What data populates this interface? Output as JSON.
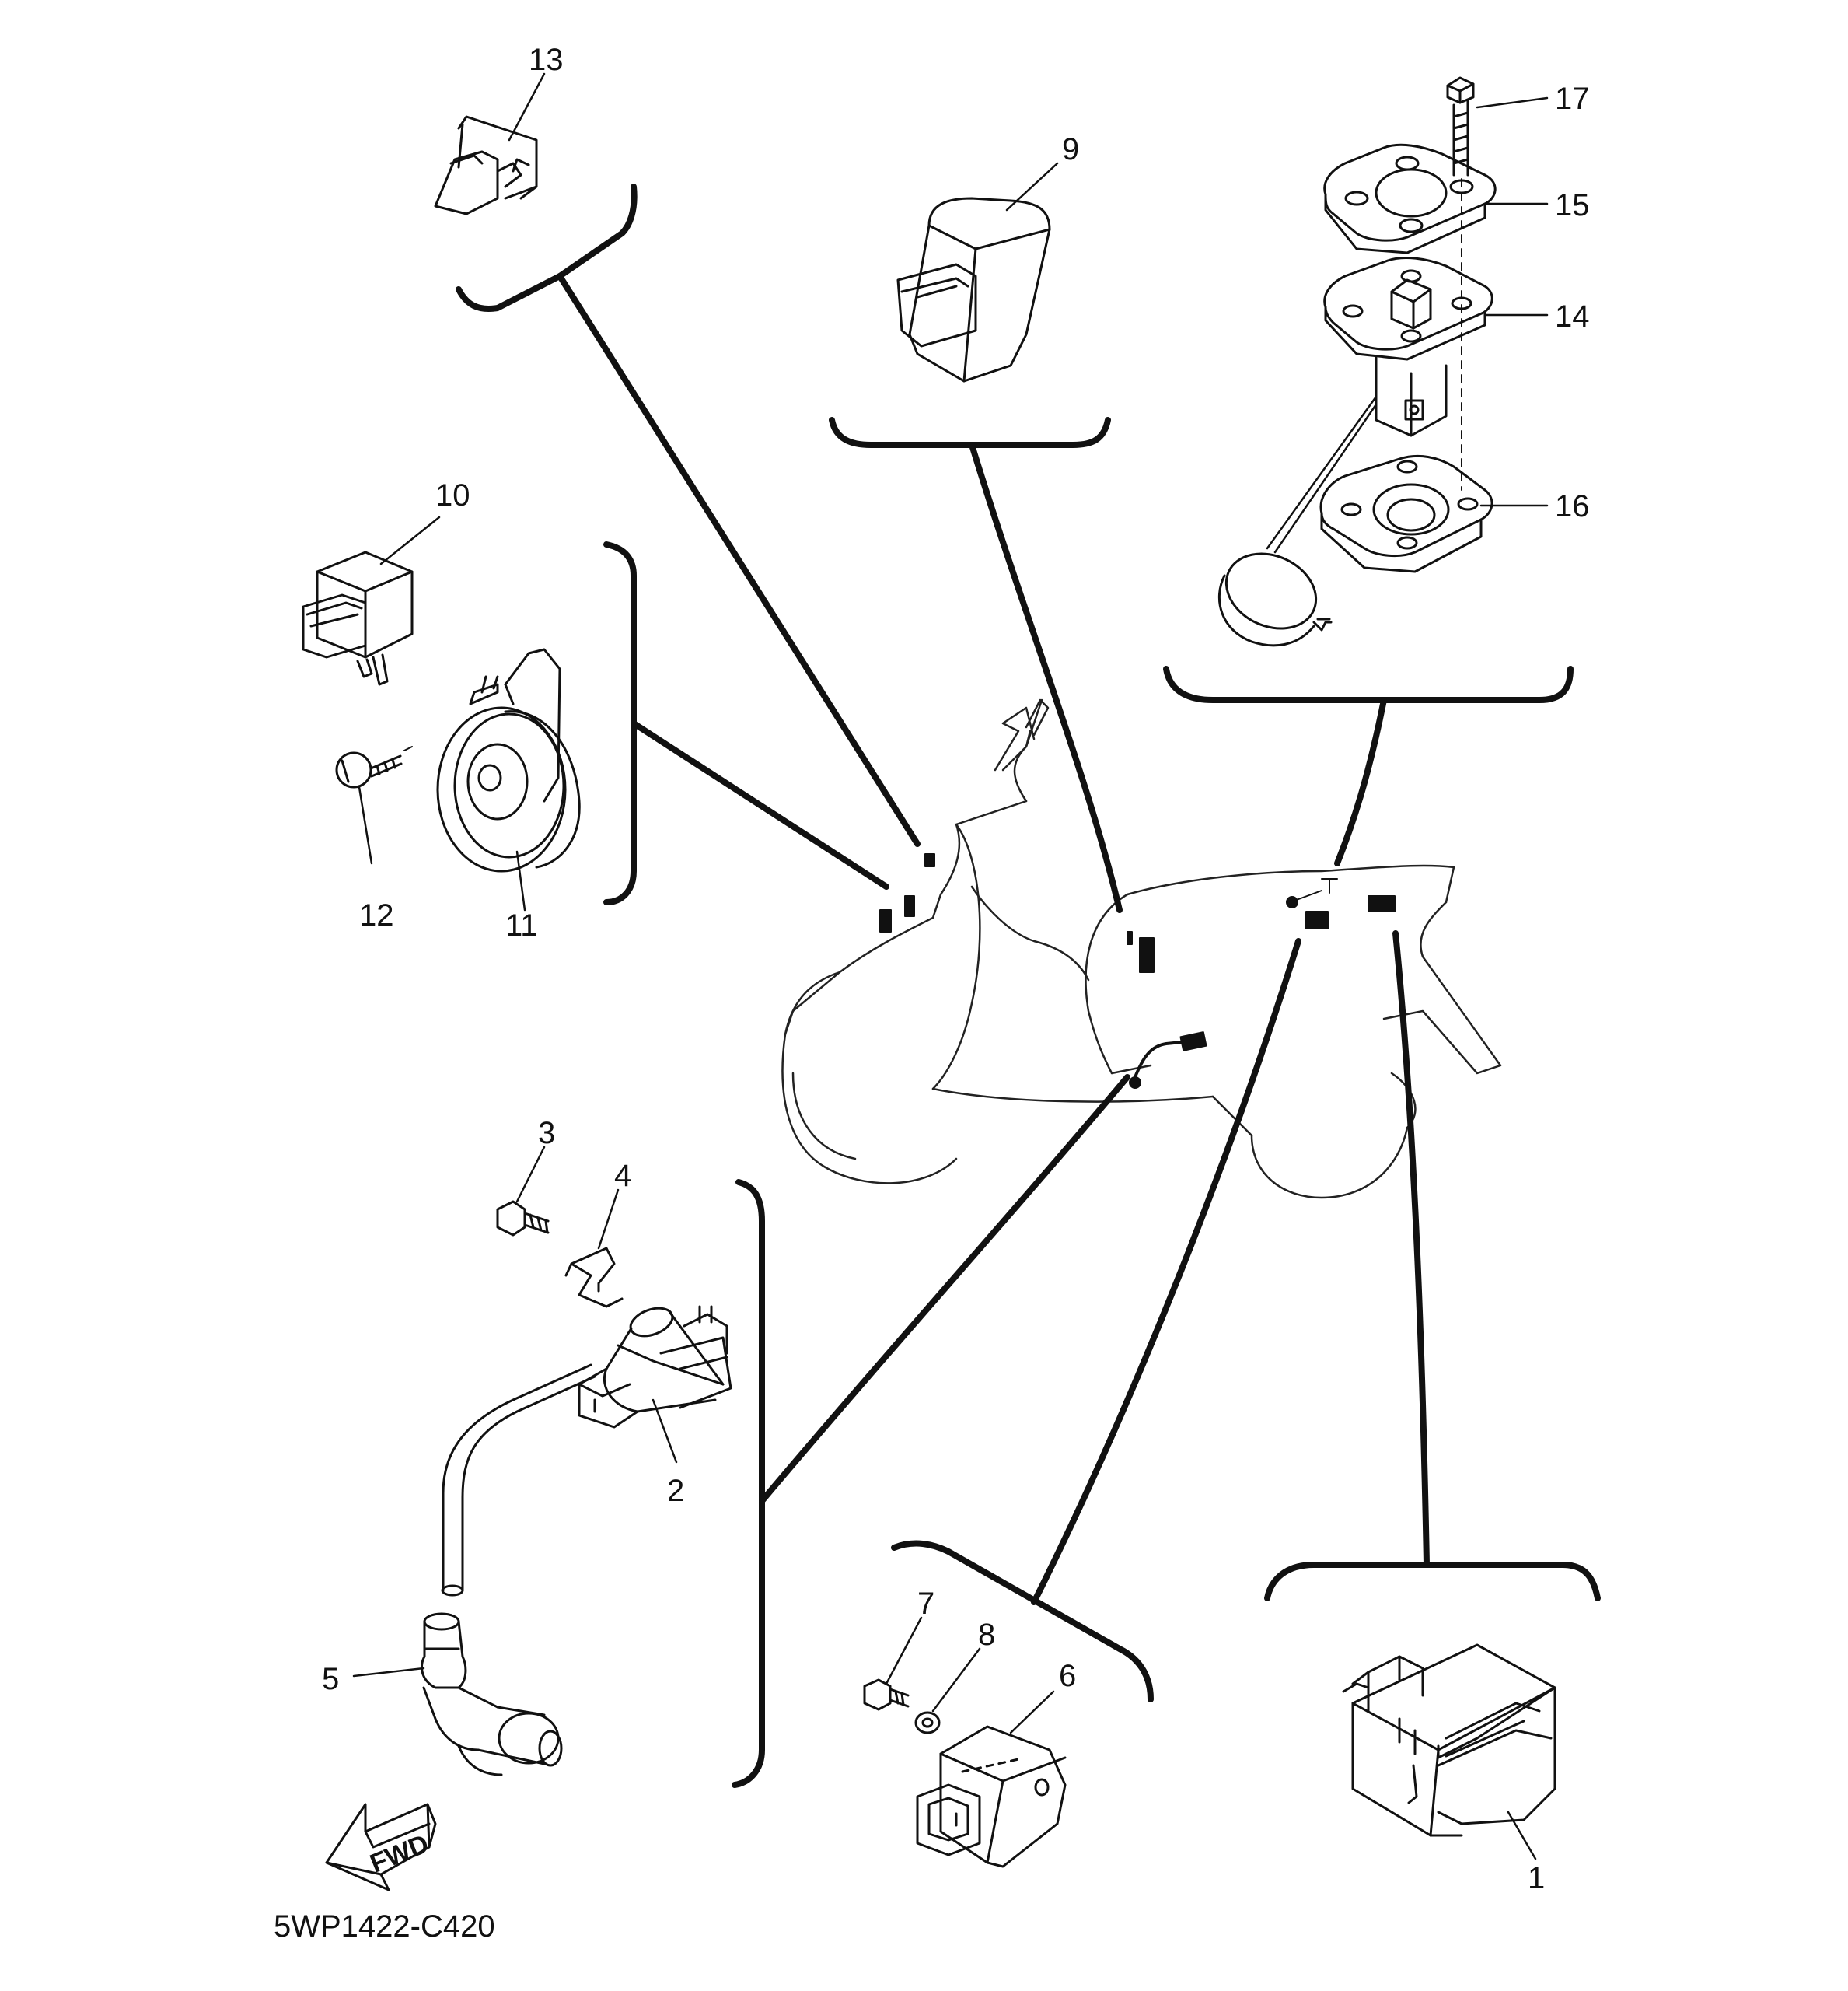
{
  "diagram": {
    "callouts": {
      "c1": "1",
      "c2": "2",
      "c3": "3",
      "c4": "4",
      "c5": "5",
      "c6": "6",
      "c7": "7",
      "c8": "8",
      "c9": "9",
      "c10": "10",
      "c11": "11",
      "c12": "12",
      "c13": "13",
      "c14": "14",
      "c15": "15",
      "c16": "16",
      "c17": "17"
    },
    "fwd_arrow_label": "FWD",
    "drawing_code": "5WP1422-C420"
  }
}
